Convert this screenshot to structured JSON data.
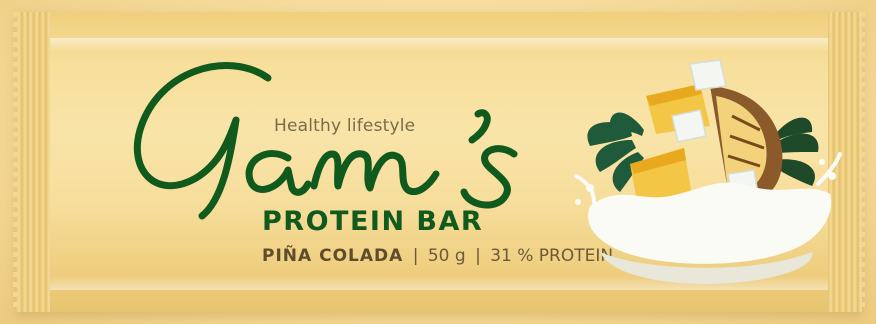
{
  "packaging": {
    "brand_logo": "Gam's",
    "tagline": "Healthy lifestyle",
    "product_name": "PROTEIN BAR",
    "flavor": "PIÑA COLADA",
    "separator": "|",
    "weight": "50 g",
    "protein": "31 % PROTEIN"
  },
  "colors": {
    "wrapper": "#f7df9c",
    "brand_green": "#0f5a1c",
    "info_text": "#6b5a3a"
  },
  "icons": {
    "illustration": "pineapple-coconut-milk-splash"
  }
}
